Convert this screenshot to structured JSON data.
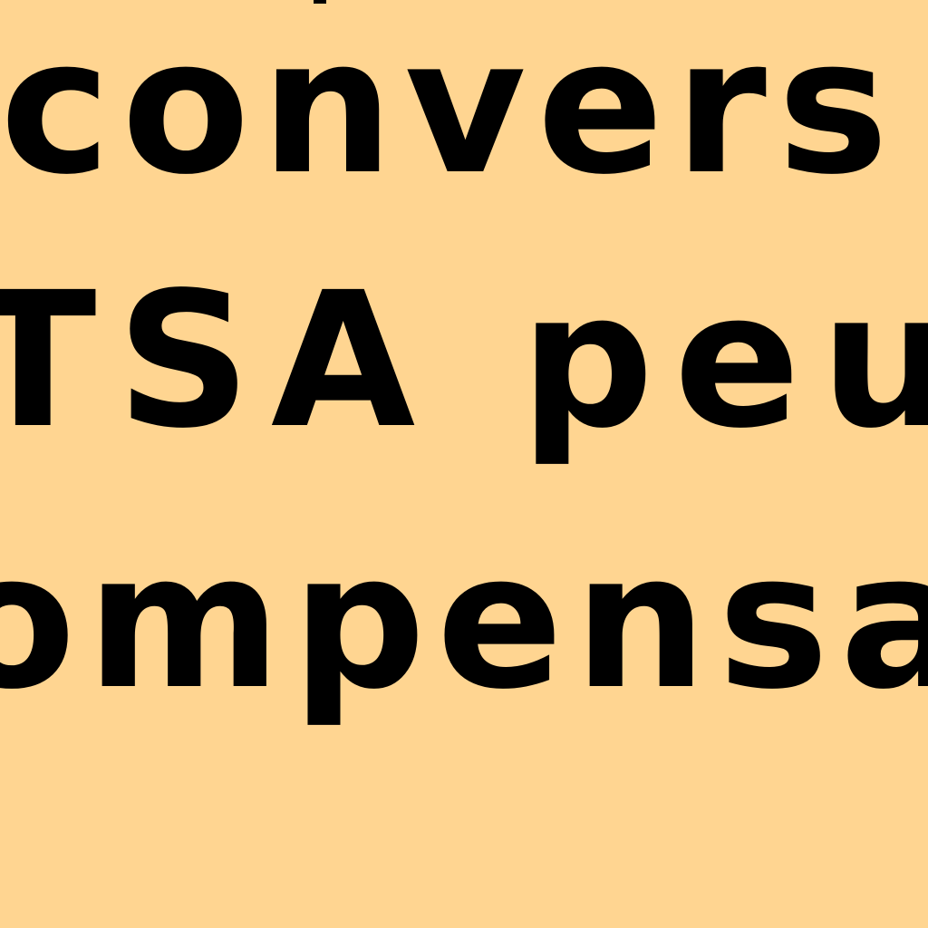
{
  "page": {
    "background_color": "#FFD591",
    "text_color": "#000000"
  },
  "lines": [
    "convers",
    "TSA peuv",
    "ompensa"
  ]
}
